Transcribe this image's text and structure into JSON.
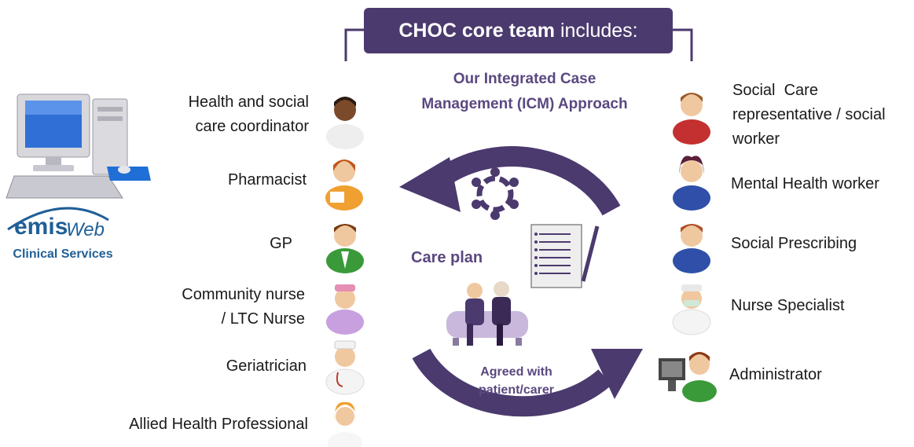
{
  "header": {
    "title_bold": "CHOC core team",
    "title_rest": " includes:"
  },
  "approach": {
    "line1": "Our Integrated Case",
    "line2": "Management (ICM) Approach"
  },
  "center": {
    "care_plan": "Care plan",
    "agreed_line1": "Agreed with",
    "agreed_line2": "patient/carer"
  },
  "emis": {
    "logo_part1": "emis",
    "logo_part2": "Web",
    "caption": "Clinical Services"
  },
  "left_roles": [
    {
      "lines": [
        "Health and social",
        "care coordinator"
      ],
      "icon": "health-social-care-coordinator-icon"
    },
    {
      "lines": [
        "Pharmacist"
      ],
      "icon": "pharmacist-icon"
    },
    {
      "lines": [
        "GP"
      ],
      "icon": "gp-icon"
    },
    {
      "lines": [
        "Community nurse",
        "/ LTC Nurse"
      ],
      "icon": "community-nurse-icon"
    },
    {
      "lines": [
        "Geriatrician"
      ],
      "icon": "geriatrician-icon"
    },
    {
      "lines": [
        "Allied Health Professional"
      ],
      "icon": "allied-health-professional-icon"
    }
  ],
  "right_roles": [
    {
      "lines": [
        "Social  Care",
        "representative / social",
        "worker"
      ],
      "icon": "social-care-representative-icon"
    },
    {
      "lines": [
        "Mental Health worker"
      ],
      "icon": "mental-health-worker-icon"
    },
    {
      "lines": [
        "Social Prescribing"
      ],
      "icon": "social-prescribing-icon"
    },
    {
      "lines": [
        "Nurse Specialist"
      ],
      "icon": "nurse-specialist-icon"
    },
    {
      "lines": [
        "Administrator"
      ],
      "icon": "administrator-icon"
    }
  ],
  "colors": {
    "accent": "#4b3a6e",
    "accent_text": "#5a4880",
    "emis_blue": "#1f5f97"
  }
}
